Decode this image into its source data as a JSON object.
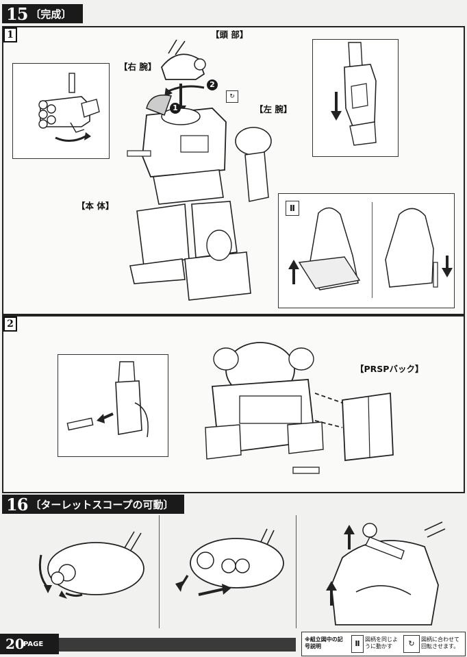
{
  "step15": {
    "number": "15",
    "title": "〔完成〕",
    "sub1": "1",
    "sub2": "2",
    "labels": {
      "head": "【頭 部】",
      "right_arm": "【右 腕】",
      "left_arm": "【左 腕】",
      "body": "【本 体】",
      "prsp_pack": "【PRSPバック】"
    },
    "order_marks": [
      "1",
      "2"
    ]
  },
  "step16": {
    "number": "16",
    "title": "〔ターレットスコープの可動〕"
  },
  "footer": {
    "page_number": "20",
    "page_word": "PAGE",
    "legend_note": "※組立図中の記号説明",
    "legend_same": "図柄を同じように動かす",
    "legend_match": "図柄に合わせて回転させます。"
  }
}
